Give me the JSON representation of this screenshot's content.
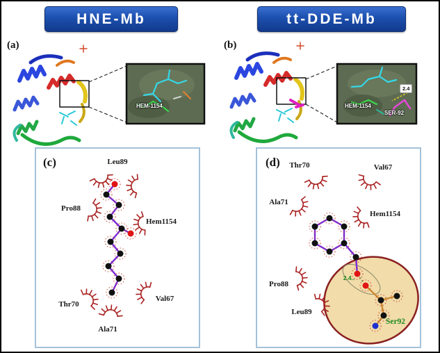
{
  "figure": {
    "header": {
      "left_title": "HNE-Mb",
      "right_title": "tt-DDE-Mb"
    },
    "panel_a": {
      "label": "(a)",
      "inset": {
        "hem_label": "HEM-1154"
      }
    },
    "panel_b": {
      "label": "(b)",
      "inset": {
        "hem_label": "HEM-1154",
        "ser_label": "SER-92",
        "distance": "2.4"
      }
    },
    "panel_c": {
      "label": "(c)",
      "residues": [
        "Leu89",
        "Pro88",
        "Hem1154",
        "Val67",
        "Thr70",
        "Ala71"
      ]
    },
    "panel_d": {
      "label": "(d)",
      "residues": [
        "Thr70",
        "Val67",
        "Ala71",
        "Hem1154",
        "Pro88",
        "Leu89"
      ],
      "ser_residue": "Ser92",
      "hbond_distance": "2.4.."
    },
    "colors": {
      "banner_blue": "#1c4fae",
      "contact_arc_red": "#aa2222",
      "ligand_bond_purple": "#7a2bd4",
      "serine_bond_orange": "#cc8a33",
      "highlight_ellipse_tan": "#f1dcaa",
      "highlight_ellipse_border": "#8a2020",
      "hbond_green": "#1f8a1f"
    }
  }
}
